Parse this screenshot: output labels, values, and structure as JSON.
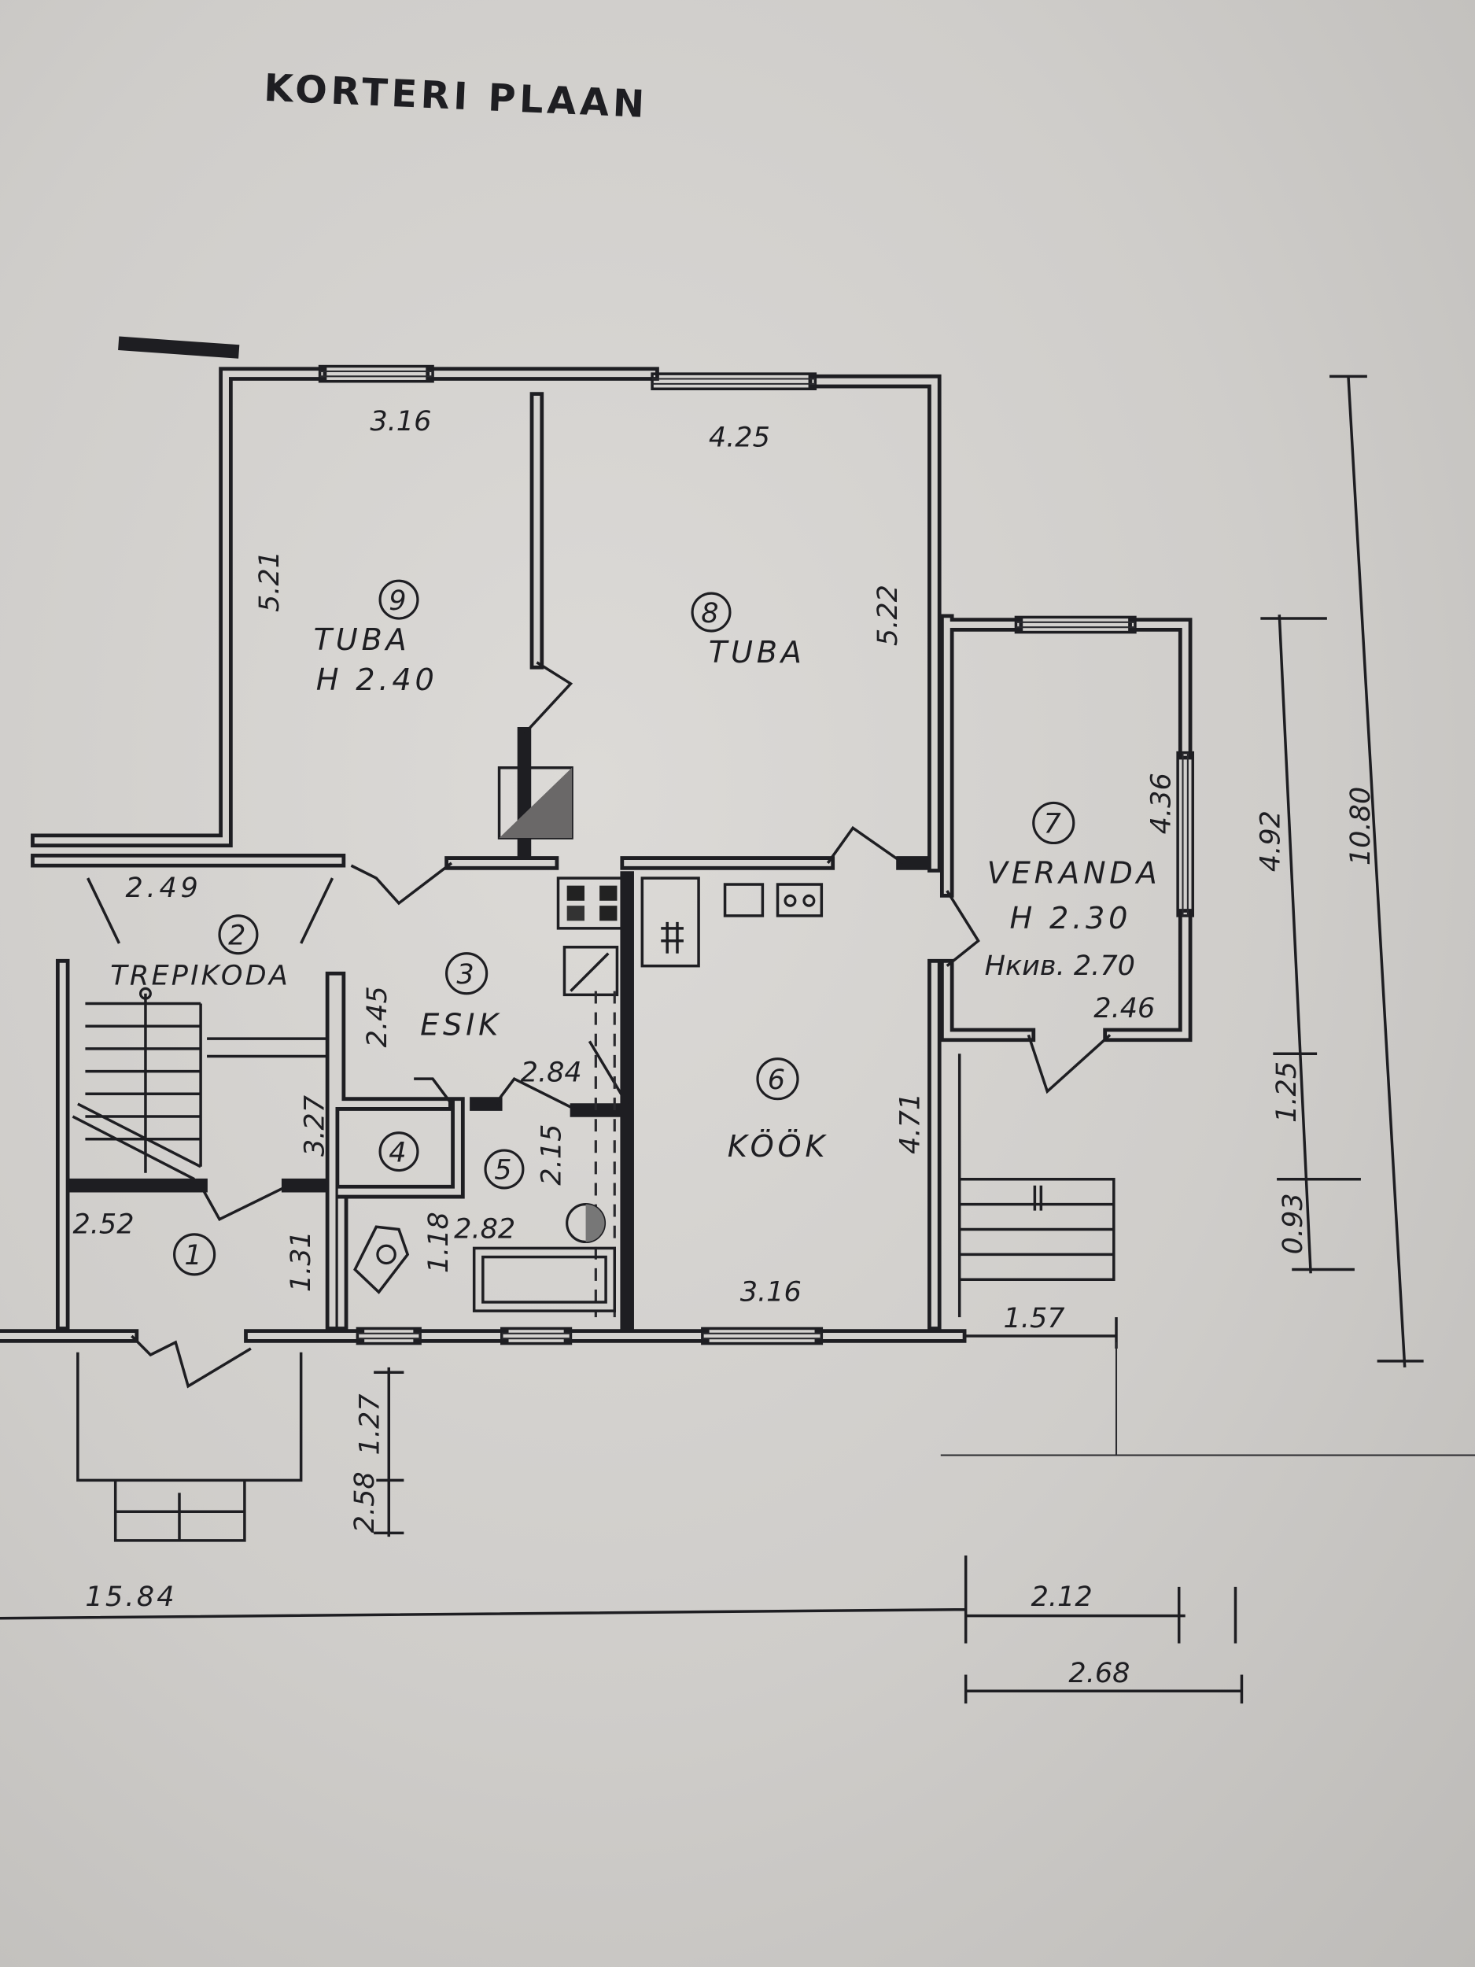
{
  "title": "KORTERI PLAAN",
  "rooms": [
    {
      "number": "1"
    },
    {
      "number": "2",
      "name": "TREPIKODA"
    },
    {
      "number": "3",
      "name": "ESIK"
    },
    {
      "number": "4"
    },
    {
      "number": "5"
    },
    {
      "number": "6",
      "name": "KÖÖK"
    },
    {
      "number": "7",
      "name": "VERANDA",
      "height": "H 2.30",
      "height2": "Нкив. 2.70"
    },
    {
      "number": "8",
      "name": "TUBA"
    },
    {
      "number": "9",
      "name": "TUBA",
      "height": "H 2.40"
    }
  ],
  "dimensions": {
    "room9_width": "3.16",
    "room9_length": "5.21",
    "room8_width": "4.25",
    "room8_length": "5.22",
    "veranda_length": "4.36",
    "veranda_width": "2.46",
    "trepikoda_width": "2.49",
    "trepikoda_length": "3.27",
    "esik_length": "2.45",
    "esik_width": "2.84",
    "room5_length": "2.15",
    "room5_width": "2.82",
    "wc_length": "1.18",
    "room1_width": "2.52",
    "room1_length": "1.31",
    "kitchen_width": "3.16",
    "kitchen_length": "4.71",
    "steps_width": "1.57",
    "right_total": "10.80",
    "right_veranda": "4.92",
    "right_mid": "1.25",
    "right_low": "0.93",
    "porch_depth": "1.27",
    "porch_total": "2.58",
    "total_width": "15.84",
    "bottom_right_a": "2.12",
    "bottom_right_b": "2.68"
  }
}
